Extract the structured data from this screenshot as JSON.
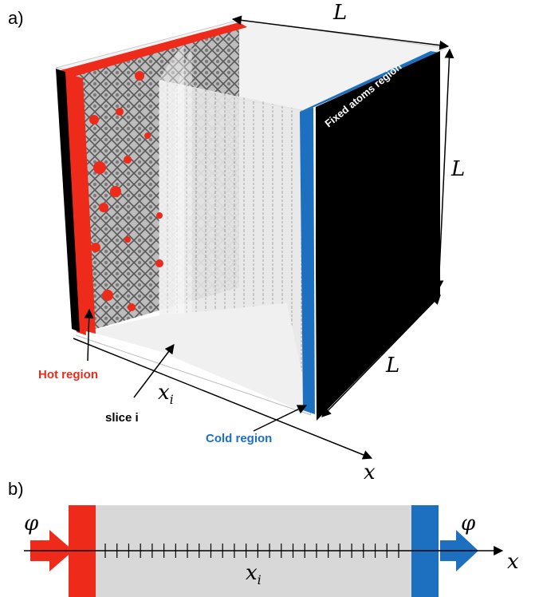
{
  "panel_a": {
    "tag": "a)",
    "dim_top": "L",
    "dim_right": "L",
    "dim_depth": "L",
    "fixed_label": "Fixed atoms region",
    "hot_label": "Hot region",
    "cold_label": "Cold region",
    "slice_label": "slice i",
    "xi_label": "xi",
    "axis_label": "x"
  },
  "panel_b": {
    "tag": "b)",
    "phi_left": "φ",
    "phi_right": "φ",
    "xi_label": "xi",
    "axis_label": "x",
    "tick_count": 26
  },
  "colors": {
    "hot": "#ee2a1b",
    "cold": "#1d6fc0",
    "fixed": "#000000",
    "gray_bar": "#d8d8d8"
  }
}
